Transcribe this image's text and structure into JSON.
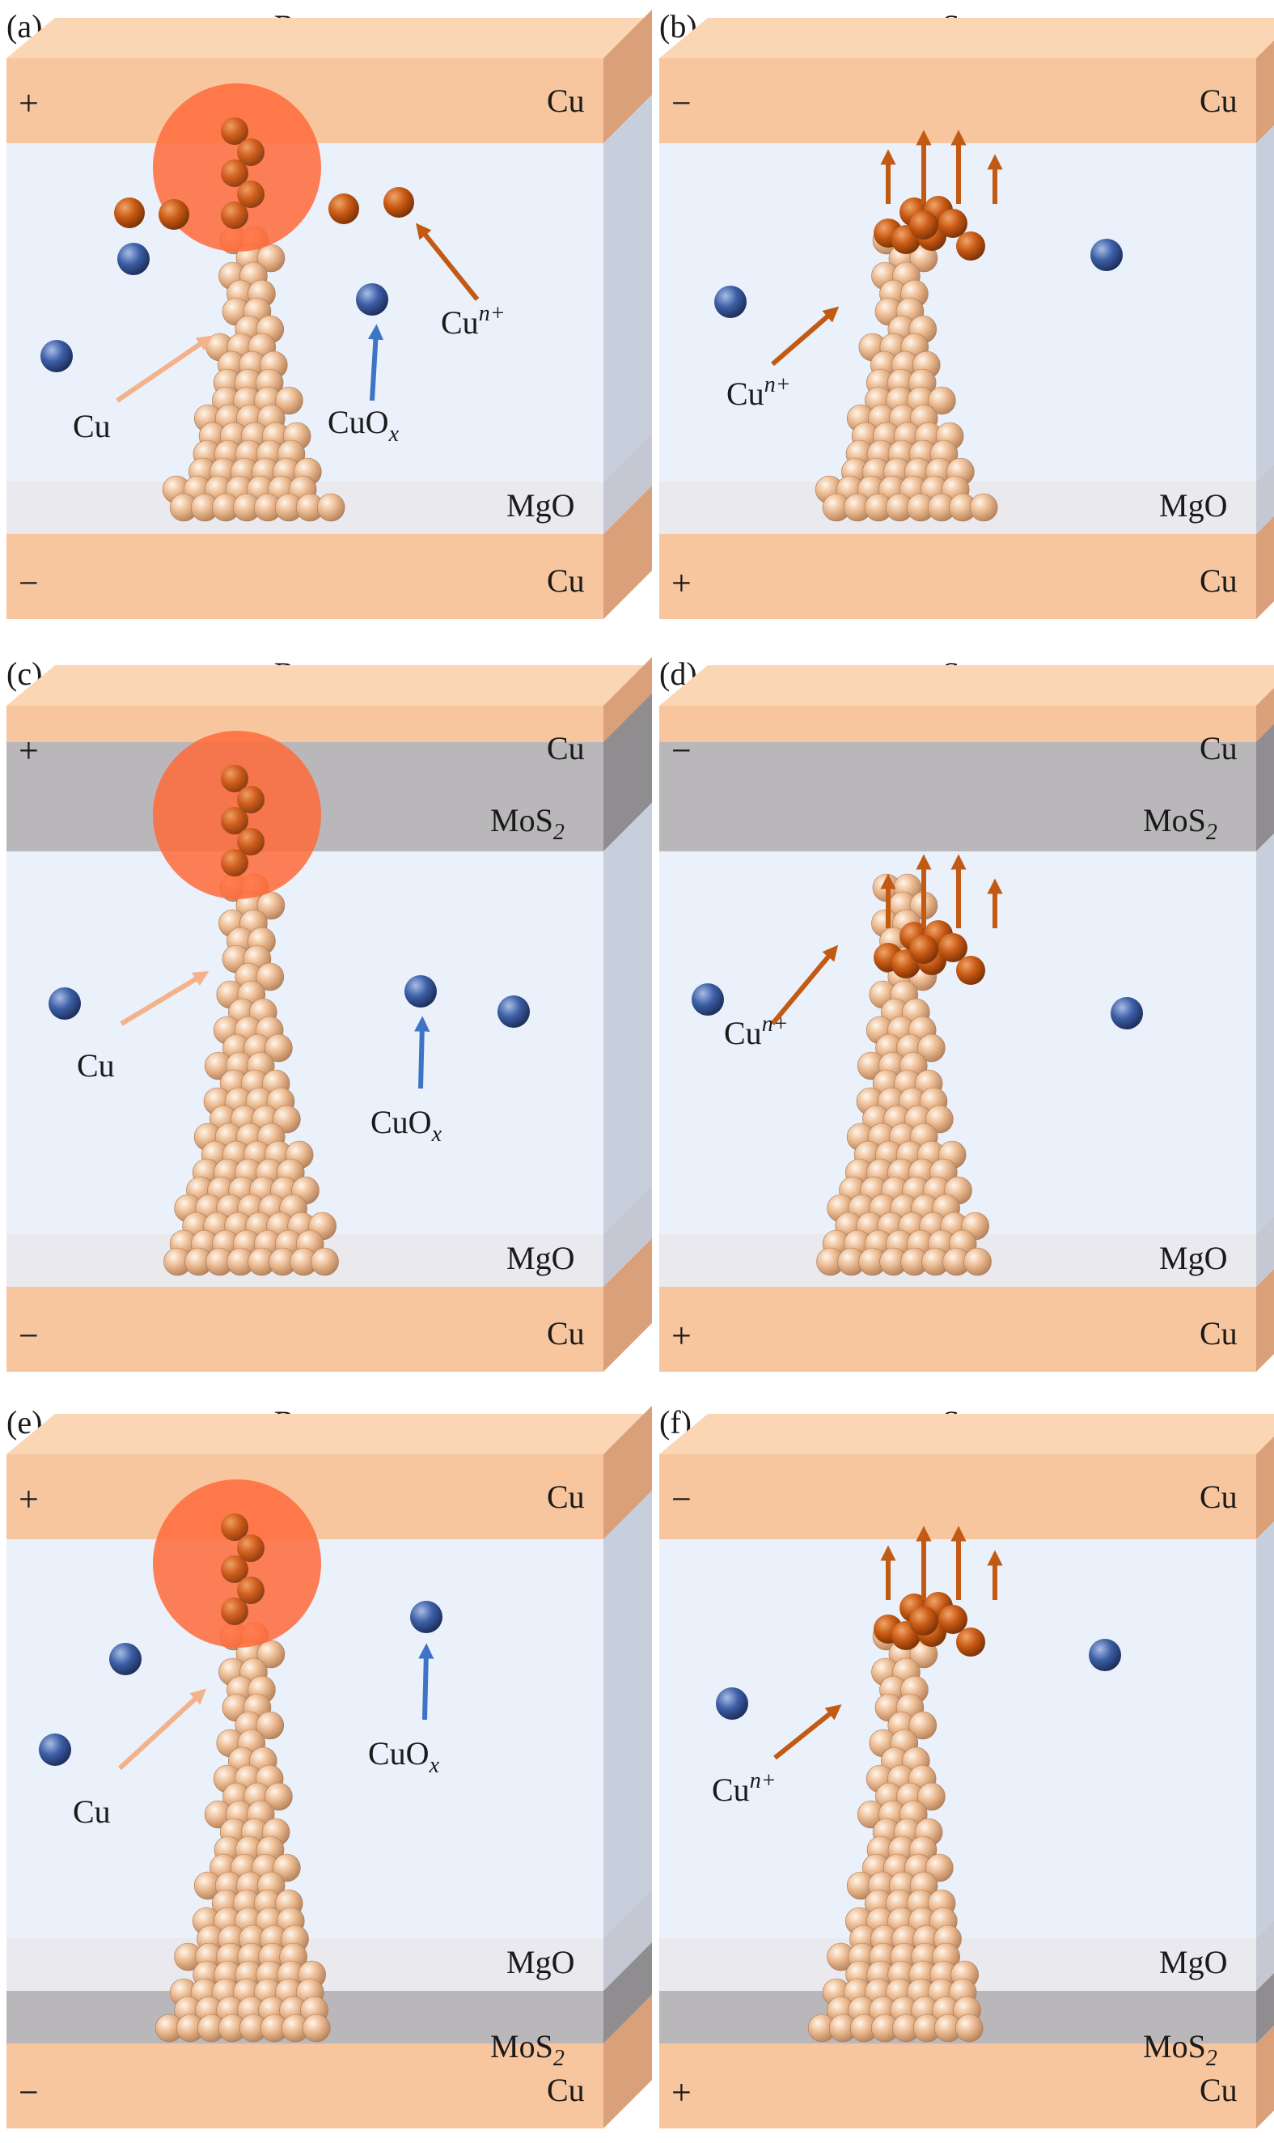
{
  "colors": {
    "electrode": "#f7c69e",
    "electrode_dark": "#d9a07a",
    "oxide": "#eaf1fb",
    "mgo": "#e9e9ee",
    "mos2": "#b9b7b9",
    "side": "#c7cfdc",
    "atom": "#f1c49c",
    "cu_ion": "#c85a14",
    "cuox": "#3d5fa6",
    "heat": "#ff6a3a",
    "cu_arrow": "#f3b28a",
    "cuox_arrow": "#3f73c6",
    "ion_arrow": "#c25a13"
  },
  "panels": [
    {
      "tag": "(a)",
      "title": "Reset",
      "mode": "reset",
      "top_sign": "+",
      "bottom_sign": "−",
      "top_label": "Cu",
      "bottom_label": "Cu",
      "mgo_label": "MgO",
      "mos2_label": "",
      "mos2_position": "none",
      "cu_label": "Cu",
      "cuox_label": "CuO",
      "cuox_sub": "x",
      "ion_label": "Cu",
      "ion_sup": "n+"
    },
    {
      "tag": "(b)",
      "title": "Set",
      "mode": "set",
      "top_sign": "−",
      "bottom_sign": "+",
      "top_label": "Cu",
      "bottom_label": "Cu",
      "mgo_label": "MgO",
      "mos2_label": "",
      "mos2_position": "none",
      "ion_label": "Cu",
      "ion_sup": "n+"
    },
    {
      "tag": "(c)",
      "title": "Reset",
      "mode": "reset",
      "top_sign": "+",
      "bottom_sign": "−",
      "top_label": "Cu",
      "bottom_label": "Cu",
      "mgo_label": "MgO",
      "mos2_label": "MoS",
      "mos2_sub": "2",
      "mos2_position": "top",
      "cu_label": "Cu",
      "cuox_label": "CuO",
      "cuox_sub": "x"
    },
    {
      "tag": "(d)",
      "title": "Set",
      "mode": "set",
      "top_sign": "−",
      "bottom_sign": "+",
      "top_label": "Cu",
      "bottom_label": "Cu",
      "mgo_label": "MgO",
      "mos2_label": "MoS",
      "mos2_sub": "2",
      "mos2_position": "top",
      "ion_label": "Cu",
      "ion_sup": "n+"
    },
    {
      "tag": "(e)",
      "title": "Reset",
      "mode": "reset",
      "top_sign": "+",
      "bottom_sign": "−",
      "top_label": "Cu",
      "bottom_label": "Cu",
      "mgo_label": "MgO",
      "mos2_label": "MoS",
      "mos2_sub": "2",
      "mos2_position": "bottom",
      "cu_label": "Cu",
      "cuox_label": "CuO",
      "cuox_sub": "x"
    },
    {
      "tag": "(f)",
      "title": "Set",
      "mode": "set",
      "top_sign": "−",
      "bottom_sign": "+",
      "top_label": "Cu",
      "bottom_label": "Cu",
      "mgo_label": "MgO",
      "mos2_label": "MoS",
      "mos2_sub": "2",
      "mos2_position": "bottom",
      "ion_label": "Cu",
      "ion_sup": "n+"
    }
  ]
}
